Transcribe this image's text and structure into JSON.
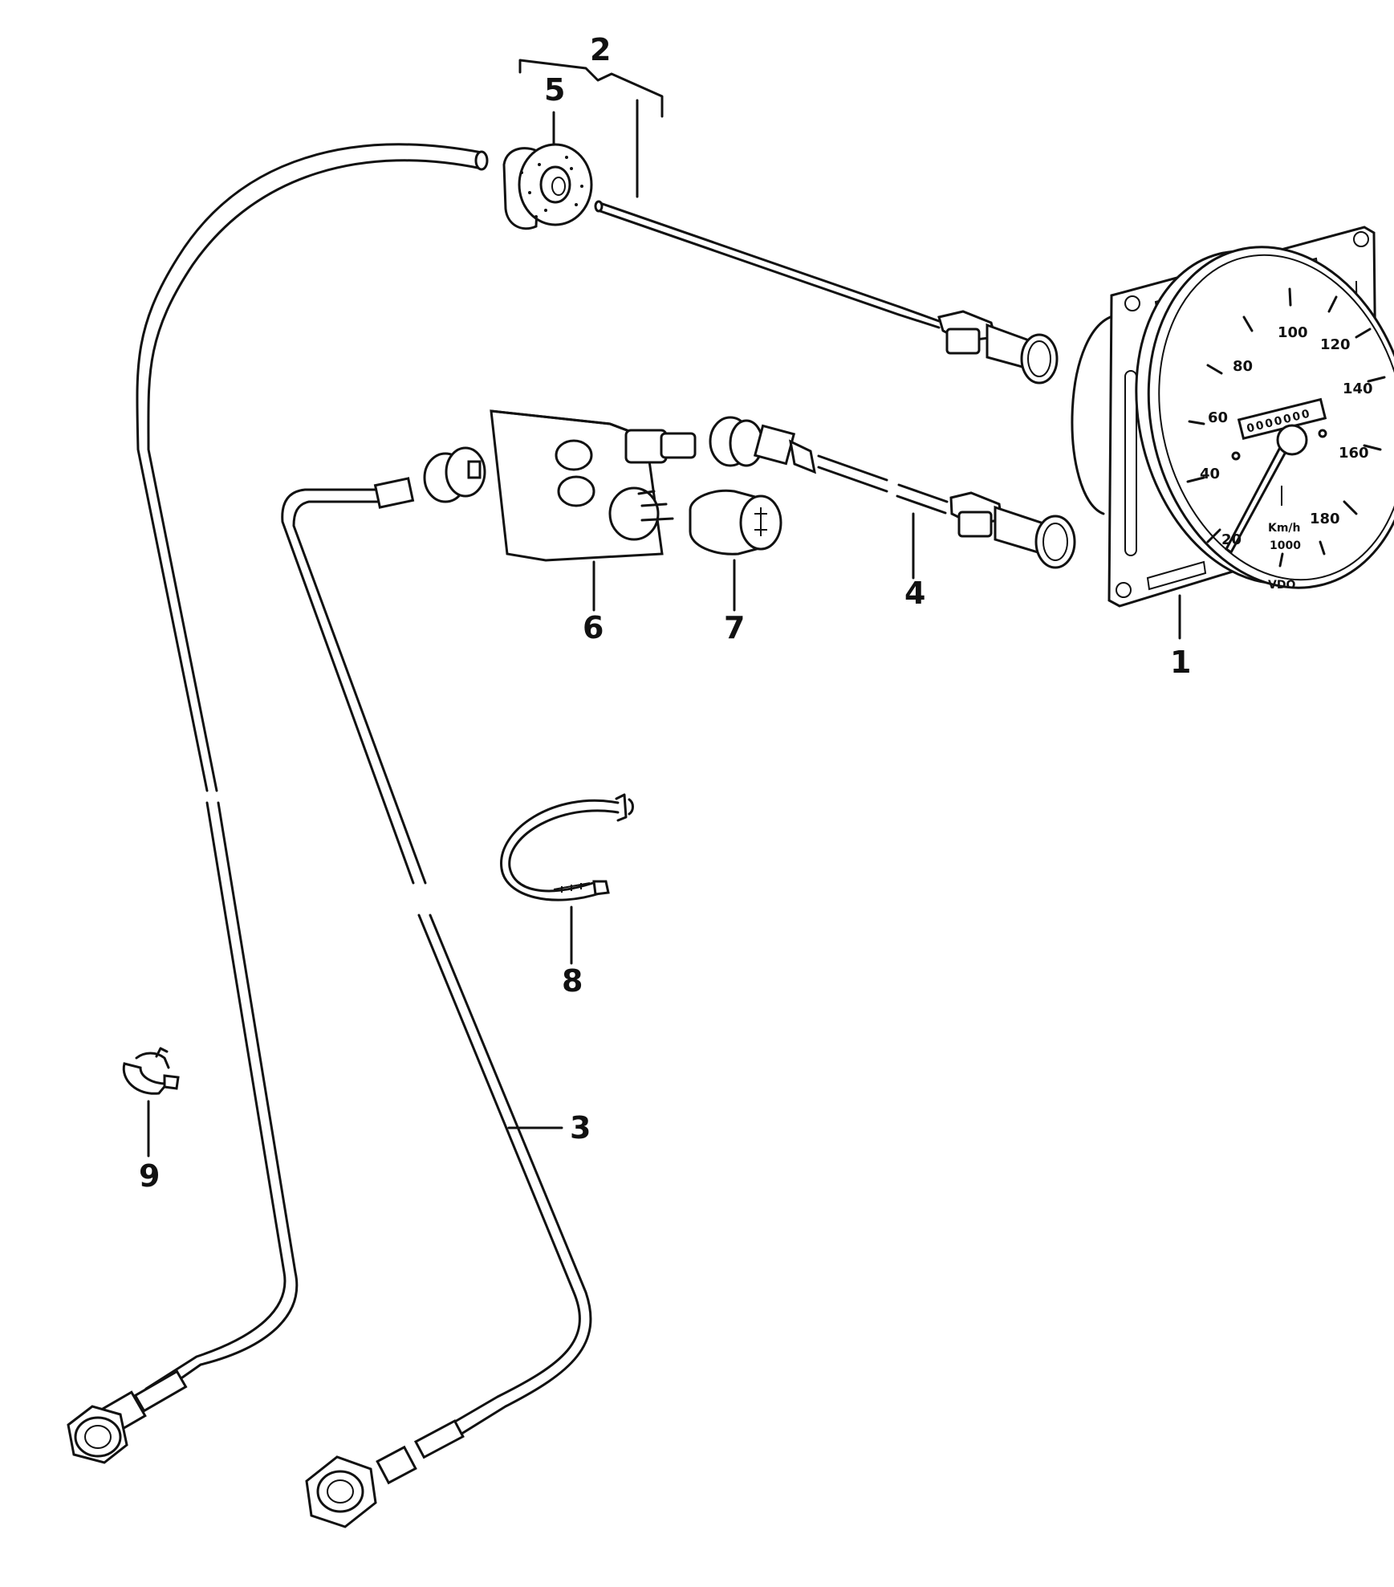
{
  "callouts": {
    "c1": "1",
    "c2": "2",
    "c3": "3",
    "c4": "4",
    "c5": "5",
    "c6": "6",
    "c7": "7",
    "c8": "8",
    "c9": "9"
  },
  "gauge": {
    "speed_labels": [
      "20",
      "40",
      "60",
      "80",
      "100",
      "120",
      "140",
      "160",
      "180"
    ],
    "unit": "Km/h",
    "odo_factor": "1000",
    "odometer": "0000000",
    "brand": "VDO"
  }
}
